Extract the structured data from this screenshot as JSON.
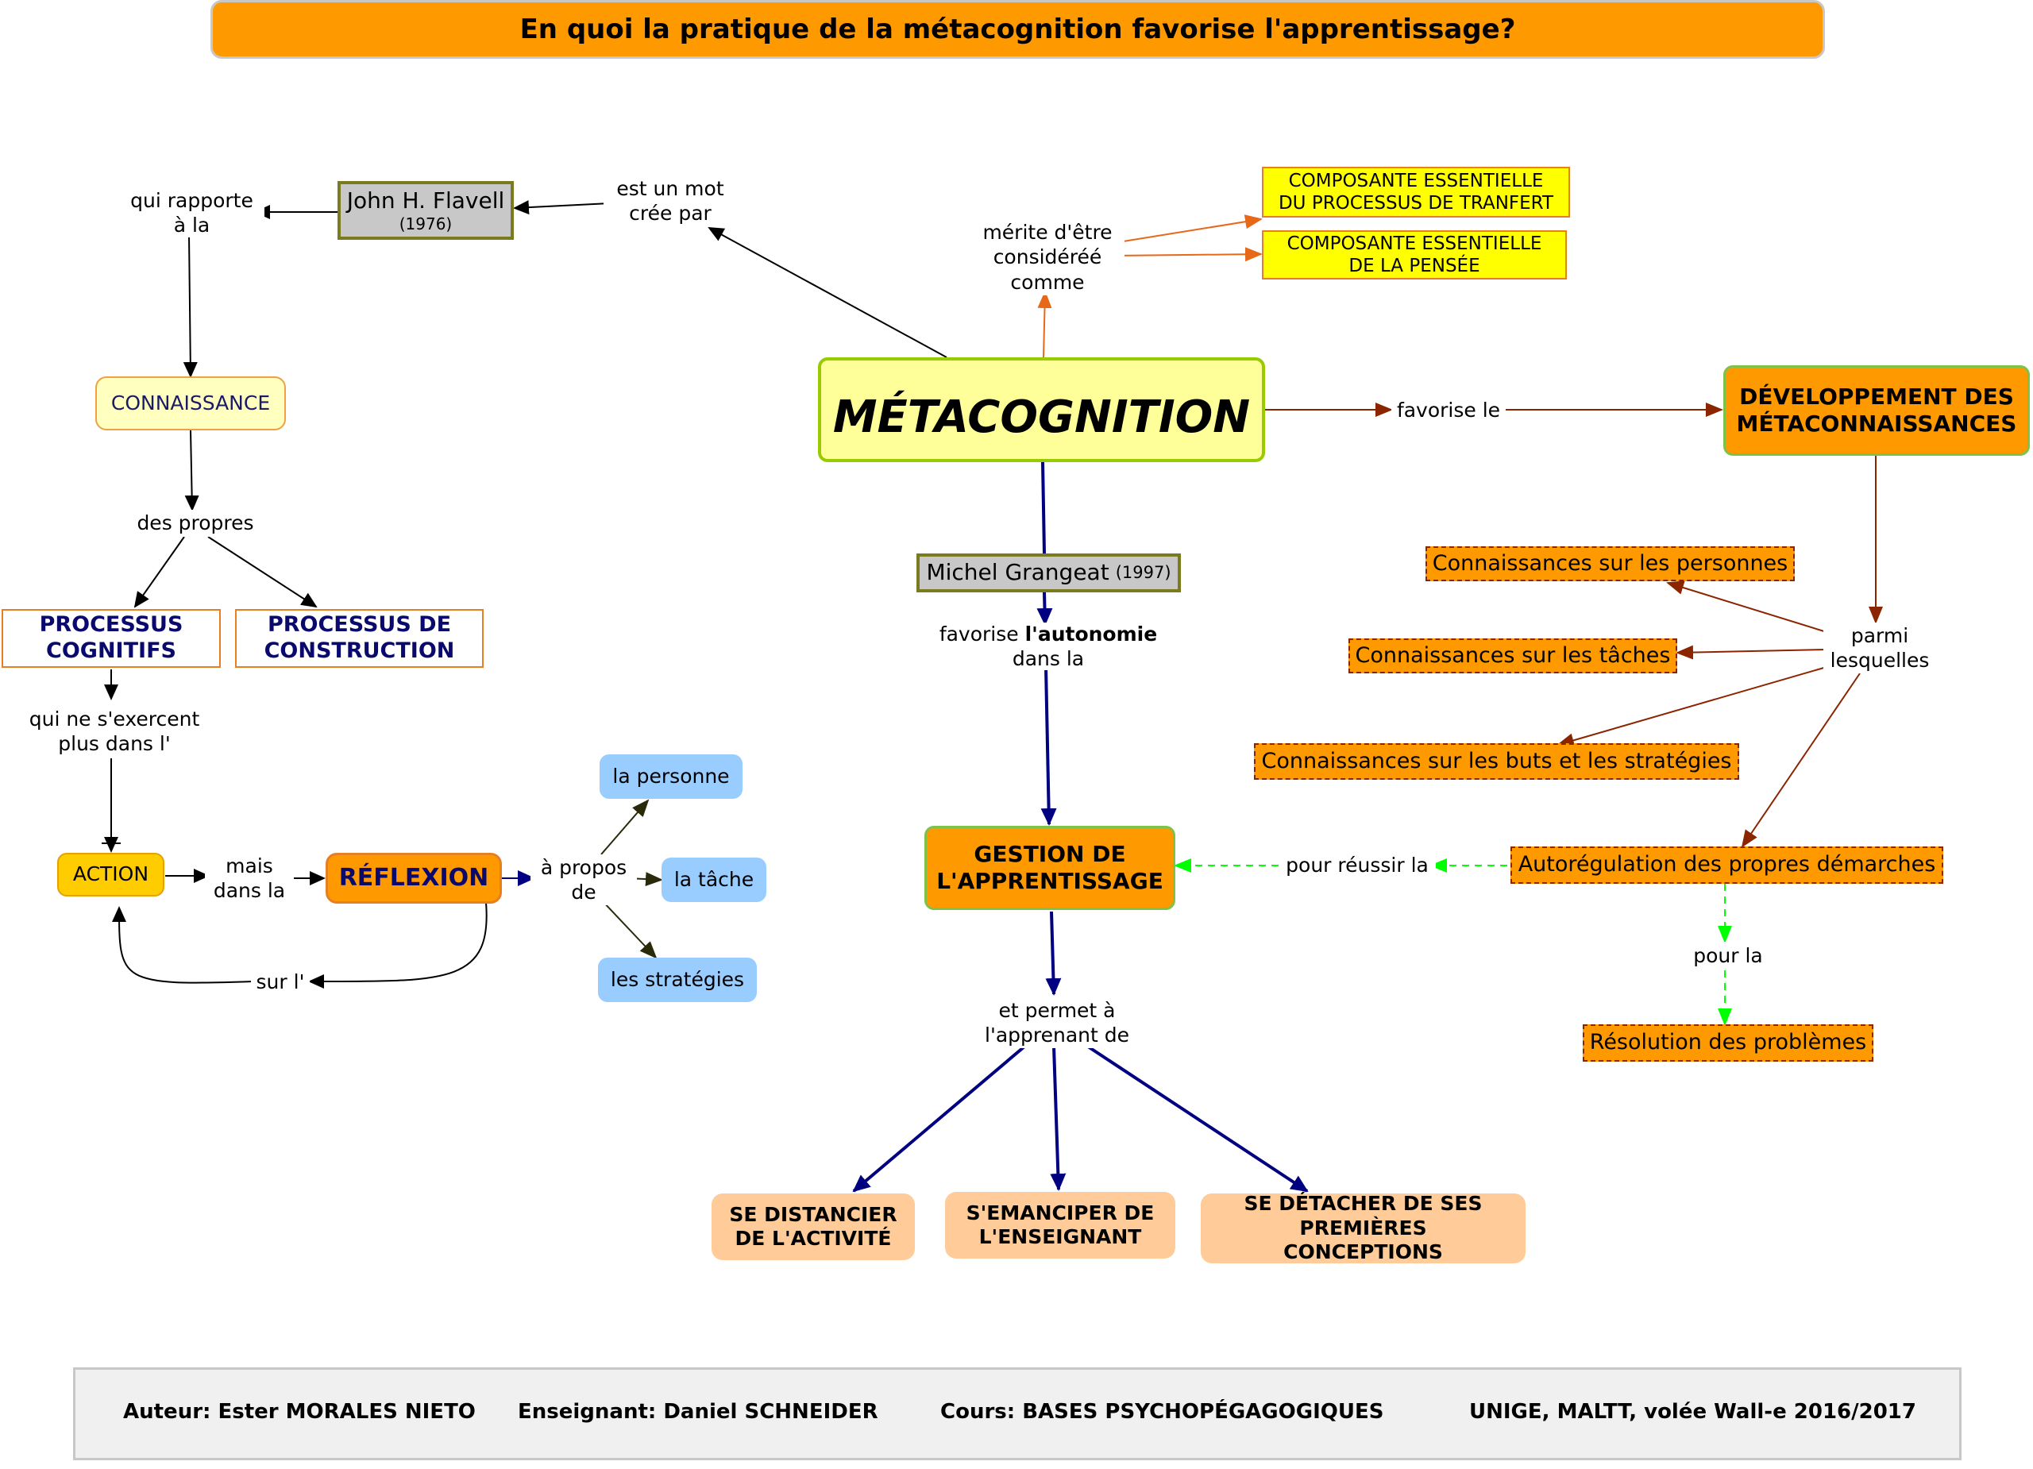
{
  "title": "En quoi la pratique de la métacognition favorise l'apprentissage?",
  "central": "MÉTACOGNITION",
  "nodes": {
    "flavell_name": "John H. Flavell",
    "flavell_year": "(1976)",
    "connaissance": "CONNAISSANCE",
    "processus_cognitifs": "PROCESSUS COGNITIFS",
    "processus_construction": "PROCESSUS DE CONSTRUCTION",
    "action": "ACTION",
    "reflexion": "RÉFLEXION",
    "la_personne": "la personne",
    "la_tache": "la tâche",
    "les_strategies": "les stratégies",
    "composante_transfert": "COMPOSANTE ESSENTIELLE DU PROCESSUS DE TRANFERT",
    "composante_pensee": "COMPOSANTE ESSENTIELLE DE LA PENSÉE",
    "developpement": "DÉVELOPPEMENT DES MÉTACONNAISSANCES",
    "grangeat_name": "Michel Grangeat",
    "grangeat_year": "(1997)",
    "gestion": "GESTION DE L'APPRENTISSAGE",
    "conn_personnes": "Connaissances sur les personnes",
    "conn_taches": "Connaissances sur les tâches",
    "conn_buts": "Connaissances sur les buts et les stratégies",
    "autoregulation": "Autorégulation des propres démarches",
    "resolution": "Résolution des problèmes",
    "se_distancier": "SE DISTANCIER DE L'ACTIVITÉ",
    "s_emanciper": "S'EMANCIPER DE L'ENSEIGNANT",
    "se_detacher": "SE DÉTACHER DE SES PREMIÈRES CONCEPTIONS"
  },
  "links": {
    "est_un_mot": "est un mot crée par",
    "qui_rapporte": "qui rapporte à la",
    "des_propres": "des propres",
    "qui_ne": "qui ne s'exercent plus dans l'",
    "mais_dans_la": "mais dans la",
    "sur_l": "sur l'",
    "a_propos": "à propos de",
    "merite": "mérite d'être considéréé comme",
    "favorise_le": "favorise le",
    "parmi": "parmi lesquelles",
    "favorise_prefix": "favorise ",
    "favorise_bold": "l'autonomie",
    "favorise_suffix": "dans la",
    "pour_reussir": "pour réussir la",
    "pour_la": "pour la",
    "et_permet": "et permet à l'apprenant de"
  },
  "footer": {
    "auteur": "Auteur: Ester MORALES NIETO",
    "enseignant": "Enseignant: Daniel SCHNEIDER",
    "cours": "Cours: BASES PSYCHOPÉGAGOGIQUES",
    "institution": "UNIGE, MALTT, volée Wall-e 2016/2017"
  },
  "colors": {
    "title_bg": "#ff9900",
    "central_bg": "#ffff99",
    "central_border": "#99cc00",
    "navy_arrow": "#000080",
    "brown_arrow": "#8b2500",
    "orange_arrow": "#e8681a",
    "green_dashed": "#00ff00"
  }
}
